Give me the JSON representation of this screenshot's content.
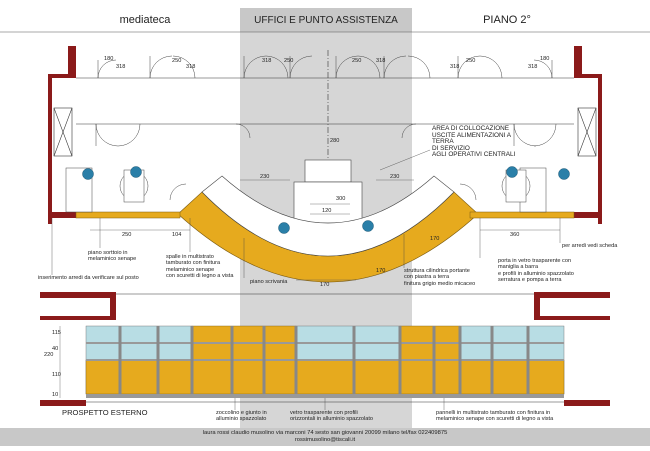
{
  "header": {
    "left": "mediateca",
    "center": "UFFICI E PUNTO ASSISTENZA",
    "right": "PIANO 2°"
  },
  "labels": {
    "area": "AREA DI COLLOCAZIONE\nUSCITE ALIMENTAZIONI A\nTERRA\nDI SERVIZIO\nAGLI OPERATIVI CENTRALI",
    "piano_sorttoio": "piano sorttoio in\nmelaminico senape",
    "inserimento": "inserimento arredi da verificare sul posto",
    "spalle": "spalle in multistrato\ntamburato con finitura\nmelaminico senape\ncon scuretti di legno a vista",
    "piano_scrivania": "piano scrivania",
    "struttura": "struttura cilindrica portante\ncon piastra a terra\nfinitura grigio medio micaceo",
    "porta": "porta in vetro trasparente con\nmaniglia a barra\ne profili in alluminio spazzolato\nserratura e pompa a terra",
    "arredi_scheda": "per arredi vedi scheda",
    "prospetto": "PROSPETTO ESTERNO",
    "zoccolino": "zoccolino e giunto in\nalluminio spazzolato",
    "vetro": "vetro trasparente con profili\norizzontali in alluminio spazzolato",
    "pannelli": "pannelli in multistrato tamburato con finitura in\nmelaminico senape con scuretti di legno a vista"
  },
  "dimensions": {
    "d180a": "180",
    "d318a": "318",
    "d250a": "250",
    "d318b": "318",
    "d250b": "250",
    "d250c": "250",
    "d318c": "318",
    "d250d": "250",
    "d318d": "318",
    "d180b": "180",
    "d250": "250",
    "d104": "104",
    "d230a": "230",
    "d230b": "230",
    "d170a": "170",
    "d170b": "170",
    "d170c": "170",
    "d360": "360",
    "d280": "280",
    "d120": "120",
    "d300": "300",
    "e220": "220",
    "e115": "115",
    "e40": "40",
    "e110": "110",
    "e10": "10"
  },
  "footer": {
    "line1": "laura rossi claudio musolino via marconi 74 sesto san giovanni 20099 milano tel/fax 022409875",
    "line2": "rossimusolino@tiscali.it"
  },
  "colors": {
    "wall": "#8b1a1a",
    "panel": "#e6aa1e",
    "panel_dark": "#c98e10",
    "glass": "#b8dde4",
    "chair": "#2a7fa8",
    "band": "#c8c8c8"
  }
}
